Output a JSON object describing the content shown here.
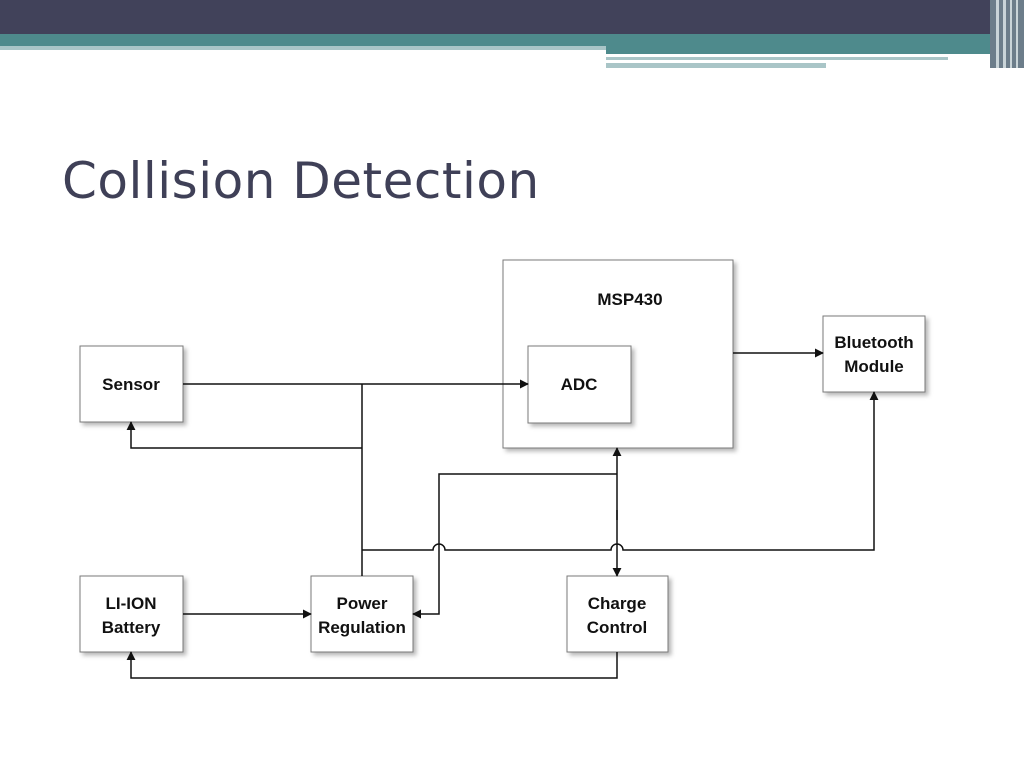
{
  "slide": {
    "title": "Collision Detection"
  },
  "diagram": {
    "msp430": {
      "label": "MSP430"
    },
    "adc": {
      "label": "ADC"
    },
    "sensor": {
      "label": "Sensor"
    },
    "bluetooth": {
      "line1": "Bluetooth",
      "line2": "Module"
    },
    "battery": {
      "line1": "LI-ION",
      "line2": "Battery"
    },
    "power": {
      "line1": "Power",
      "line2": "Regulation"
    },
    "charge": {
      "line1": "Charge",
      "line2": "Control"
    }
  },
  "colors": {
    "header_dark": "#41425a",
    "header_teal": "#4e8a8c",
    "header_light": "#a9c5c7",
    "title_text": "#3f4057",
    "connector": "#111111",
    "box_border": "#7a7a7a"
  }
}
